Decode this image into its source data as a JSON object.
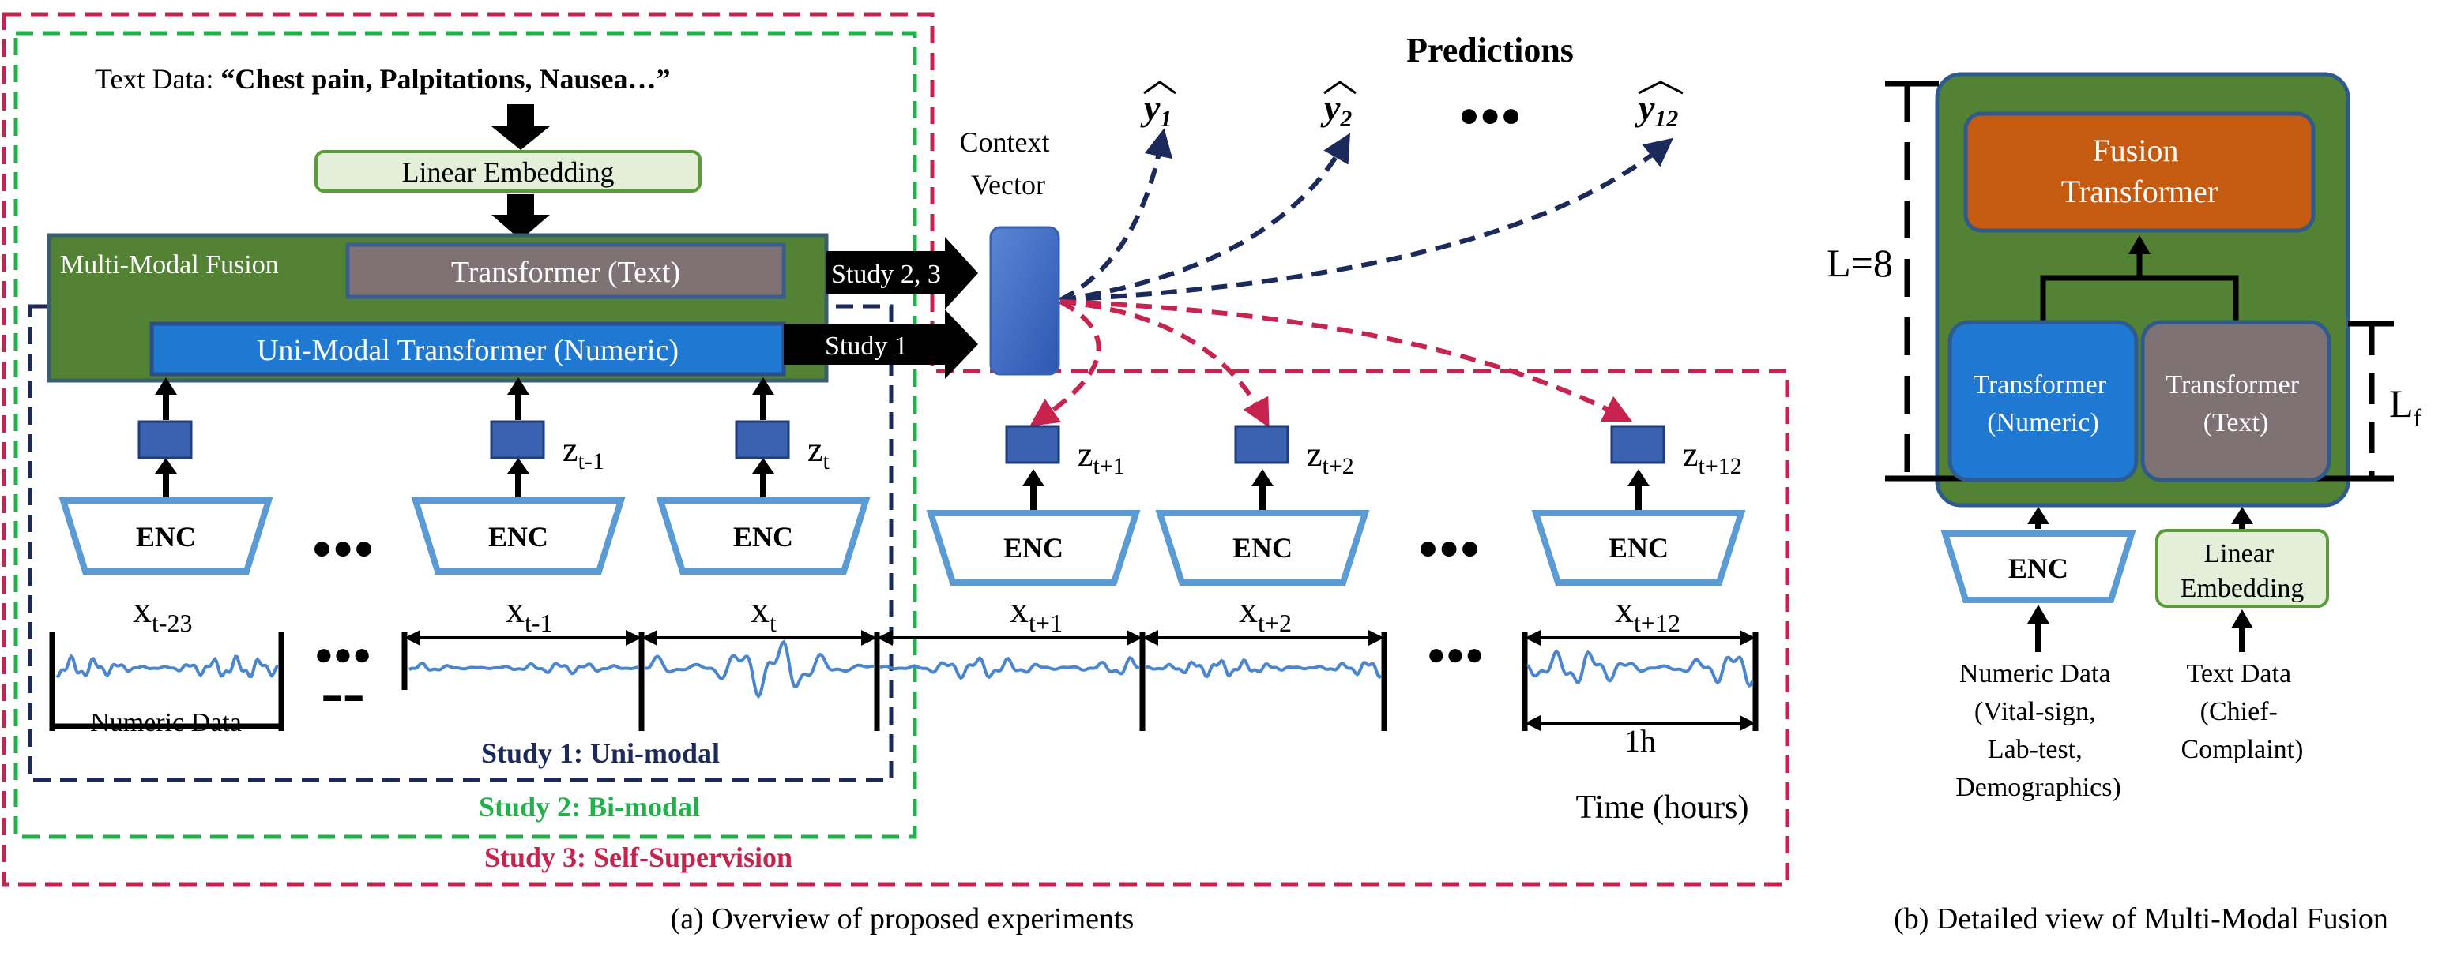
{
  "text_data": {
    "prefix": "Text Data: ",
    "value": "“Chest pain, Palpitations, Nausea…”"
  },
  "linear_embedding": "Linear Embedding",
  "multimodal_fusion": "Multi-Modal Fusion",
  "transformer_text": "Transformer (Text)",
  "unimodal_transformer": "Uni-Modal Transformer (Numeric)",
  "study23_arrow": "Study 2, 3",
  "study1_arrow": "Study 1",
  "context_vector": [
    "Context",
    "Vector"
  ],
  "predictions_title": "Predictions",
  "predictions": [
    {
      "base": "y",
      "sub": "1"
    },
    {
      "base": "y",
      "sub": "2"
    },
    {
      "base": "y",
      "sub": "12"
    }
  ],
  "ellipsis": "●●●",
  "enc_label": "ENC",
  "z_labels": [
    {
      "base": "z",
      "sub": "t-1"
    },
    {
      "base": "z",
      "sub": "t"
    },
    {
      "base": "z",
      "sub": "t+1"
    },
    {
      "base": "z",
      "sub": "t+2"
    },
    {
      "base": "z",
      "sub": "t+12"
    }
  ],
  "x_labels": [
    {
      "base": "x",
      "sub": "t-23"
    },
    {
      "base": "x",
      "sub": "t-1"
    },
    {
      "base": "x",
      "sub": "t"
    },
    {
      "base": "x",
      "sub": "t+1"
    },
    {
      "base": "x",
      "sub": "t+2"
    },
    {
      "base": "x",
      "sub": "t+12"
    }
  ],
  "numeric_data": "Numeric Data",
  "one_hour": "1h",
  "time_axis": "Time (hours)",
  "studies": {
    "study1": "Study 1: Uni-modal",
    "study2": "Study 2: Bi-modal",
    "study3": "Study 3: Self-Supervision"
  },
  "caption_a": "(a) Overview of proposed experiments",
  "caption_b": "(b) Detailed view of Multi-Modal Fusion",
  "panel_b": {
    "fusion_transformer": [
      "Fusion",
      "Transformer"
    ],
    "transformer_numeric": [
      "Transformer",
      "(Numeric)"
    ],
    "transformer_text": [
      "Transformer",
      "(Text)"
    ],
    "L_label": "L=8",
    "Lf": {
      "base": "L",
      "sub": "f"
    },
    "enc": "ENC",
    "linear_embedding": [
      "Linear",
      "Embedding"
    ],
    "numeric_data": [
      "Numeric Data",
      "(Vital-sign,",
      "Lab-test,",
      "Demographics)"
    ],
    "text_data": [
      "Text Data",
      "(Chief-",
      "Complaint)"
    ]
  },
  "colors": {
    "study1_border": "#1b2a5a",
    "study2_border": "#22b04a",
    "study3_border": "#c8234f",
    "fusion_green": "#548235",
    "transformer_blue": "#1f78d1",
    "transformer_gray": "#7f7275",
    "fusion_orange": "#c55a11",
    "enc_outline": "#5b9bd5",
    "z_block": "#3a62b0",
    "navy_arrow": "#1b2a5a",
    "red_arrow": "#c8234f"
  }
}
